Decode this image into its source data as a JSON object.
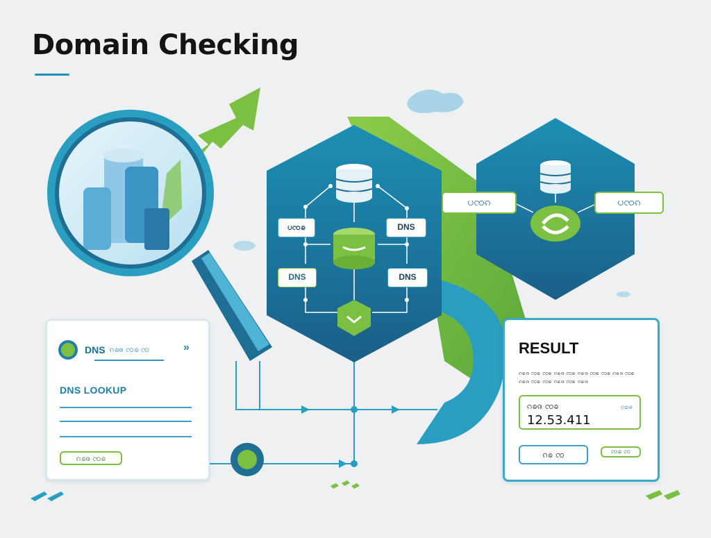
{
  "title": "Domain Checking",
  "nodes": {
    "left_top": "ပၸၶ",
    "right_top": "DNS",
    "left_bottom": "DNS",
    "right_bottom": "DNS"
  },
  "pills": {
    "left": "ပၸၵ",
    "right": "ပၸၵ"
  },
  "lookup_panel": {
    "header_strong": "DNS",
    "header_light": "ၵၶၷ ၸၶ ၸ",
    "header_chevron": "»",
    "label": "DNS LOOKUP",
    "button": "ၵၶၷ ၸၶ"
  },
  "result_panel": {
    "title": "RESULT",
    "description": "ၵၶၷ ၸၶ ၸၶ ၵၶၷ ၸၶ ၵၶၷ ၸၶ ၸၶ ၵၶၷ ၸၶ ၵၶၷ ၸၶ ၸၶ ၵၶၷ ၸၶ ၵၶၷ",
    "box_label": "ၵၶၷ ၸၶ",
    "box_tag": "ၵၶၷ",
    "ip": "12.53.411",
    "button_left": "ၵၶ ၸ",
    "button_right": "ၸၶ ၸ"
  },
  "colors": {
    "teal_dark": "#1f6f95",
    "teal": "#2a9ec0",
    "green": "#7bc043",
    "background": "#eef0f2"
  }
}
